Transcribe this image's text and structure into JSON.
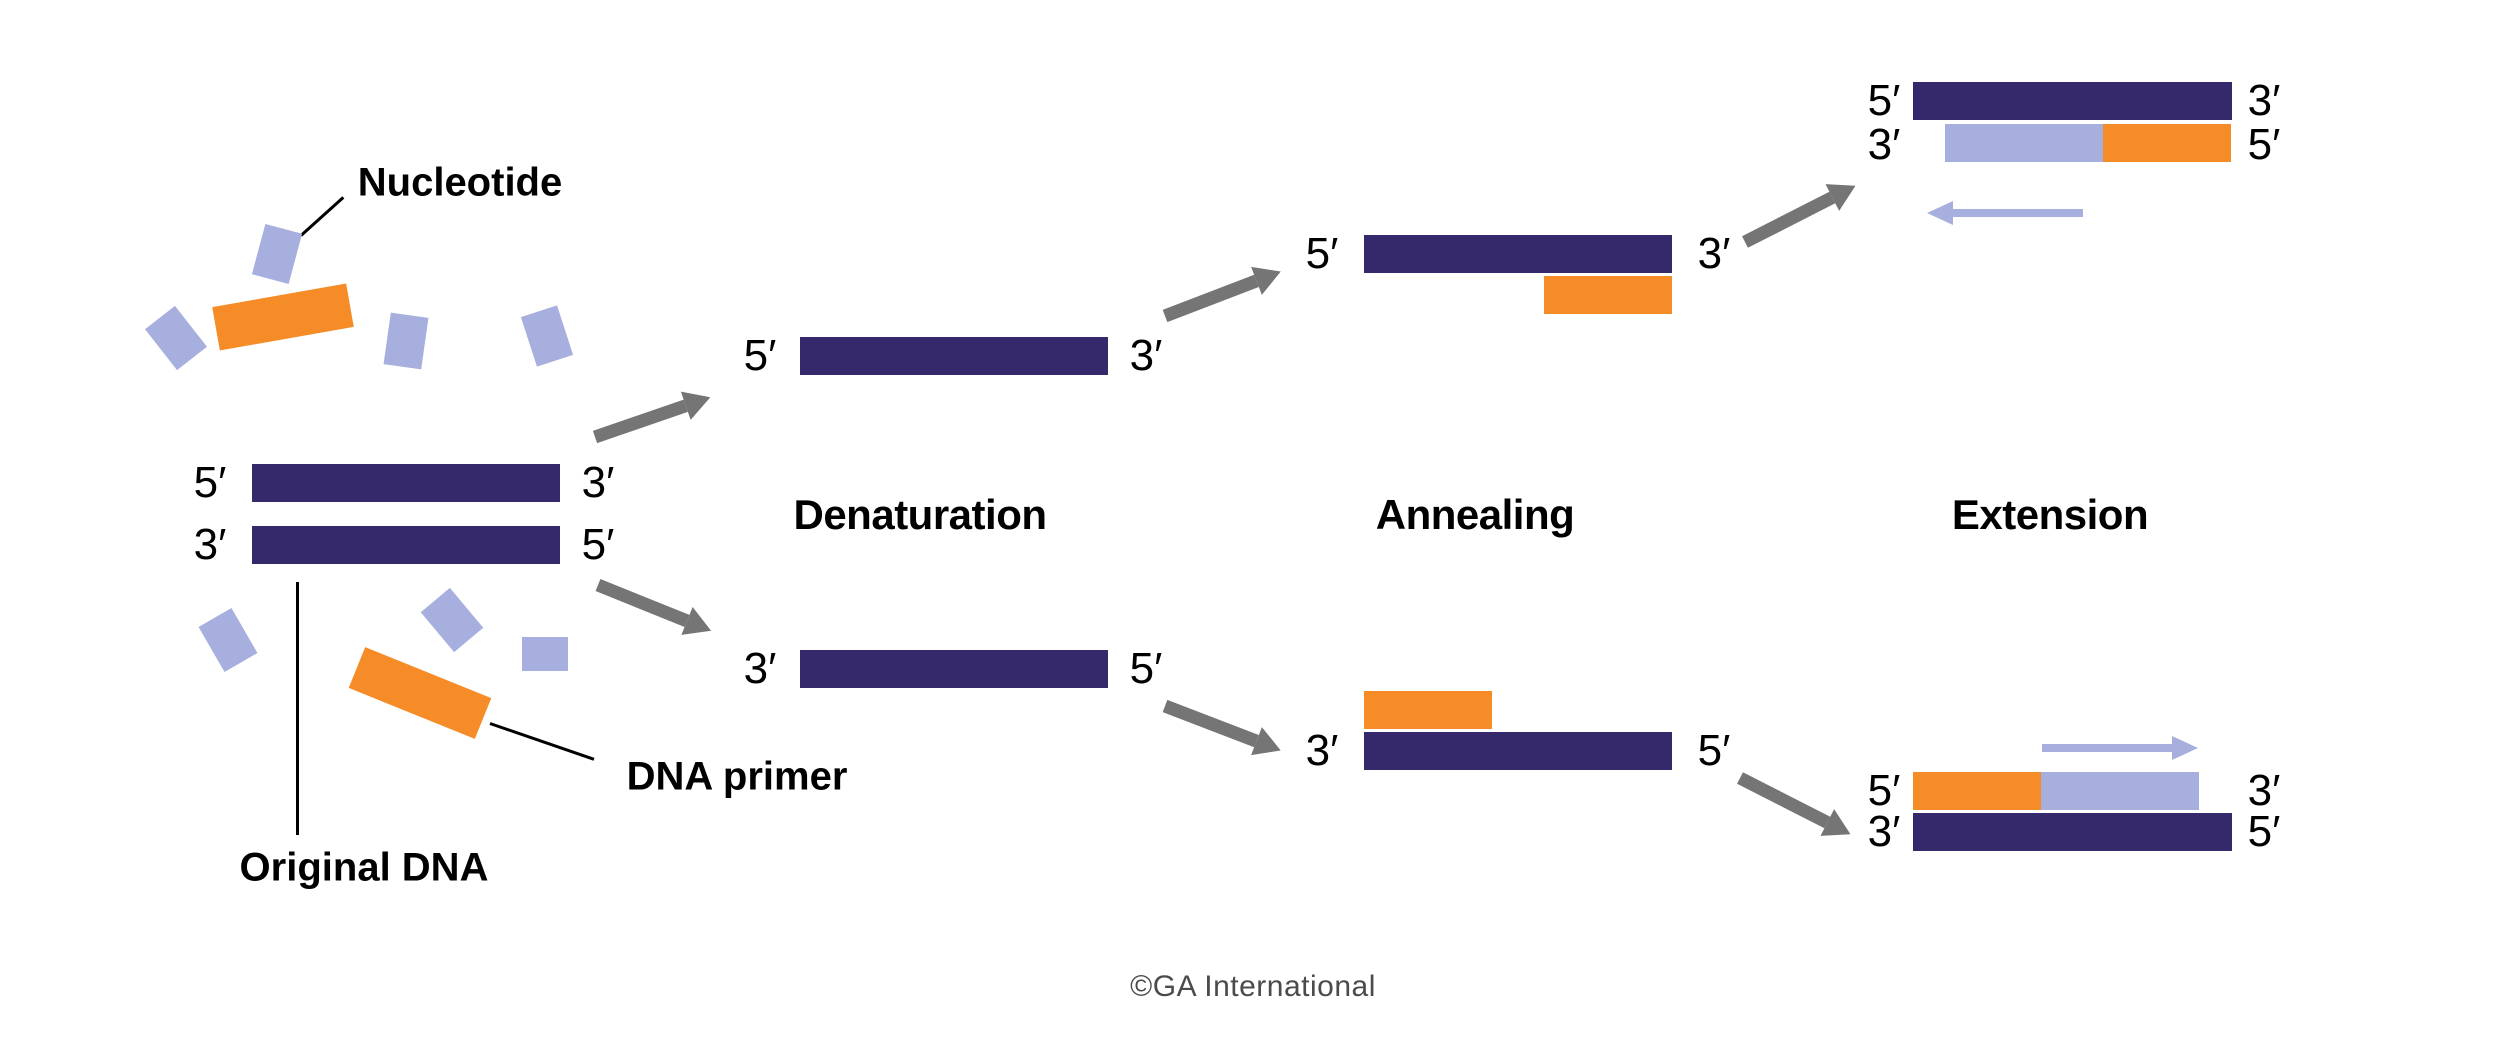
{
  "annotations": {
    "nucleotide": "Nucleotide",
    "dna_primer": "DNA primer",
    "original_dna": "Original DNA"
  },
  "steps": {
    "denaturation": "Denaturation",
    "annealing": "Annealing",
    "extension": "Extension"
  },
  "diagram": {
    "original": {
      "top": [
        "5′",
        "3′"
      ],
      "bottom": [
        "3′",
        "5′"
      ]
    },
    "denaturation": {
      "top": [
        "5′",
        "3′"
      ],
      "bottom": [
        "3′",
        "5′"
      ]
    },
    "annealing_top": {
      "template": [
        "5′",
        "3′"
      ]
    },
    "annealing_bottom": {
      "template": [
        "3′",
        "5′"
      ]
    },
    "extension_top": {
      "template": [
        "5′",
        "3′"
      ],
      "new_strand": [
        "3′",
        "5′"
      ]
    },
    "extension_bottom": {
      "new_strand": [
        "5′",
        "3′"
      ],
      "template": [
        "3′",
        "5′"
      ]
    }
  },
  "colors": {
    "template_strand": "#35296b",
    "new_strand_and_nucleotide": "#a6afdd",
    "primer": "#f68c28",
    "flow_arrow": "#757575",
    "text": "#000000",
    "caption": "#4b4b4b",
    "background": "#ffffff"
  },
  "caption": "©GA International"
}
